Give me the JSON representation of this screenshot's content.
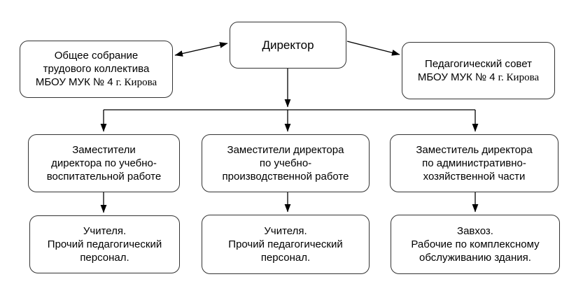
{
  "diagram": {
    "type": "org-chart",
    "nodes": {
      "director": {
        "label": "Директор"
      },
      "general_meeting": {
        "lines": [
          "Общее собрание",
          "трудового коллектива"
        ],
        "last_line": {
          "sans": "МБОУ МУК № 4",
          "serif": "г. Кирова"
        }
      },
      "pedagogical_council": {
        "lines": [
          "Педагогический совет"
        ],
        "last_line": {
          "sans": "МБОУ МУК № 4",
          "serif": "г. Кирова"
        }
      },
      "deputy_educational": {
        "lines": [
          "Заместители",
          "директора по учебно-",
          "воспитательной работе"
        ]
      },
      "deputy_production": {
        "lines": [
          "Заместители директора",
          "по учебно-",
          "производственной работе"
        ]
      },
      "deputy_administrative": {
        "lines": [
          "Заместитель директора",
          "по административно-",
          "хозяйственной части"
        ]
      },
      "teachers_left": {
        "lines": [
          "Учителя.",
          "Прочий педагогический",
          "персонал."
        ]
      },
      "teachers_center": {
        "lines": [
          "Учителя.",
          "Прочий педагогический",
          "персонал."
        ]
      },
      "maintenance": {
        "lines": [
          "Завхоз.",
          "Рабочие по комплексному",
          "обслуживанию здания."
        ]
      }
    },
    "edges": [
      {
        "from": "director",
        "to": "general_meeting",
        "style": "double-arrow"
      },
      {
        "from": "director",
        "to": "pedagogical_council",
        "style": "arrow"
      },
      {
        "from": "director",
        "to": "deputy_educational",
        "style": "arrow"
      },
      {
        "from": "director",
        "to": "deputy_production",
        "style": "arrow"
      },
      {
        "from": "director",
        "to": "deputy_administrative",
        "style": "arrow"
      },
      {
        "from": "deputy_educational",
        "to": "teachers_left",
        "style": "arrow"
      },
      {
        "from": "deputy_production",
        "to": "teachers_center",
        "style": "arrow"
      },
      {
        "from": "deputy_administrative",
        "to": "maintenance",
        "style": "arrow"
      }
    ],
    "colors": {
      "line": "#000000",
      "box_border": "#333333",
      "text": "#000000",
      "background": "#ffffff"
    }
  }
}
